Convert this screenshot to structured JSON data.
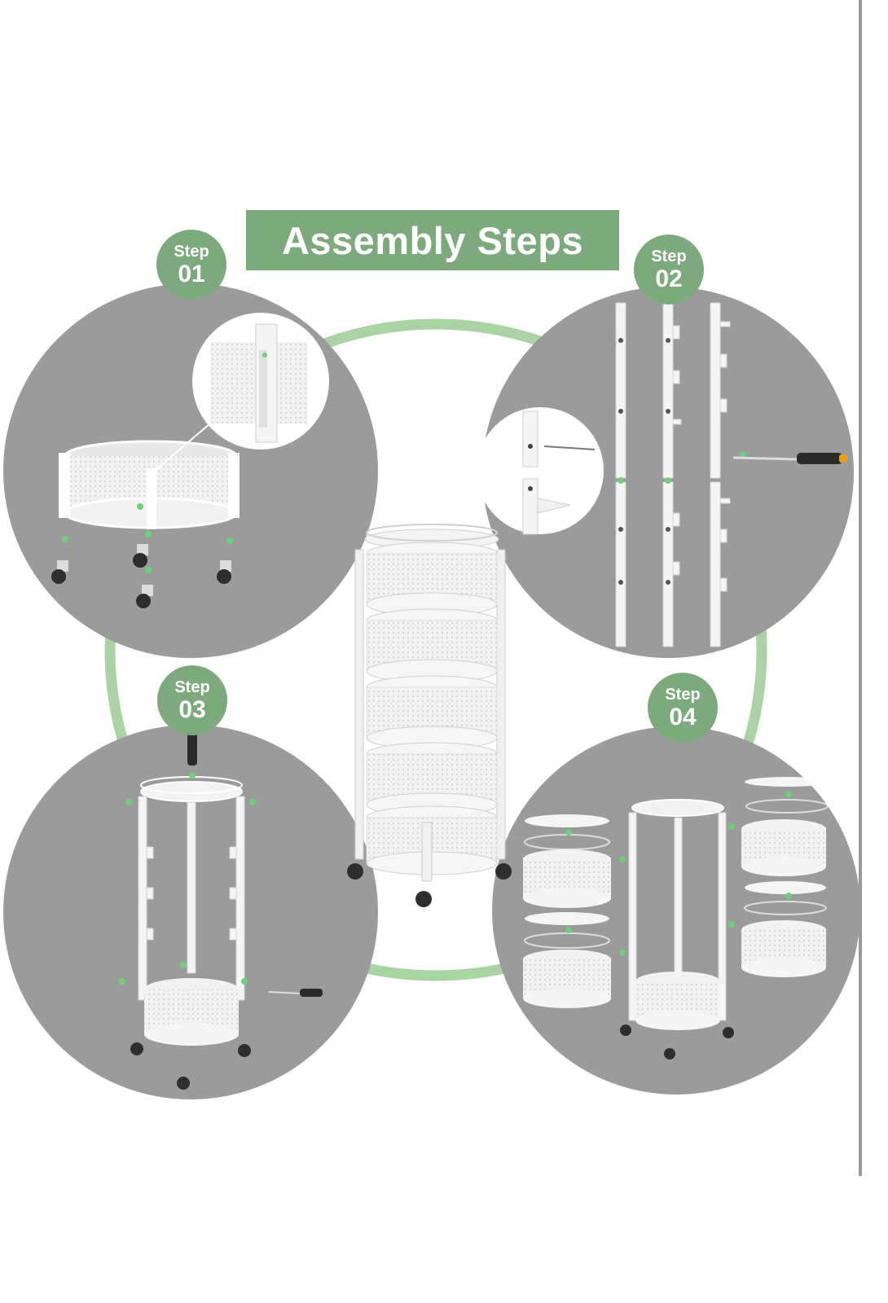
{
  "title": "Assembly Steps",
  "colors": {
    "accent_green": "#7daa7d",
    "ring_green": "#a9d3a2",
    "circle_gray": "#9b9b9b",
    "part_white": "#f5f5f5",
    "marker_green": "#6fcf7a"
  },
  "steps": [
    {
      "word": "Step",
      "number": "01"
    },
    {
      "word": "Step",
      "number": "02"
    },
    {
      "word": "Step",
      "number": "03"
    },
    {
      "word": "Step",
      "number": "04"
    }
  ]
}
